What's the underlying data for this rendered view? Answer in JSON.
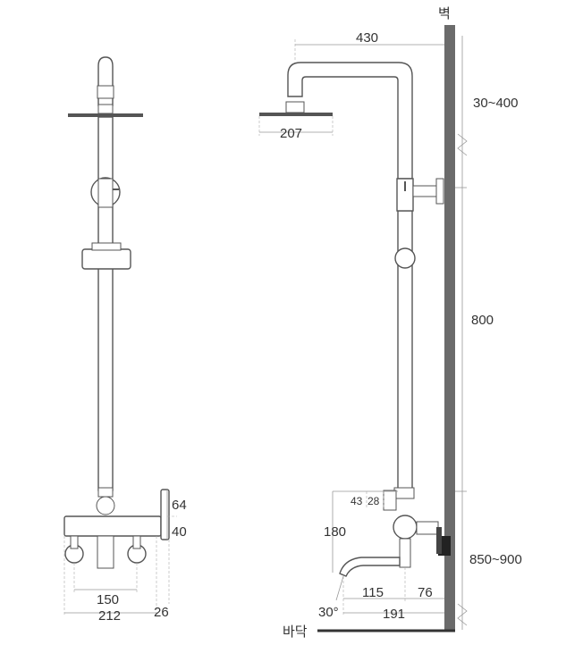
{
  "labels": {
    "wall": "벽",
    "floor": "바닥"
  },
  "dimensions": {
    "top_width": "430",
    "head_diameter": "207",
    "head_drop": "30~400",
    "bar_height": "800",
    "mixer_height": "850~900",
    "spout_offset": "180",
    "pipe_a": "43",
    "pipe_b": "28",
    "spout_reach_a": "115",
    "spout_reach_b": "76",
    "spout_total": "191",
    "spout_angle": "30°",
    "front_h1": "64",
    "front_h2": "40",
    "front_w1": "150",
    "front_w2": "212",
    "front_d": "26"
  },
  "colors": {
    "wall": "#6b6b6b",
    "line": "#555555",
    "dimension": "#999999"
  }
}
